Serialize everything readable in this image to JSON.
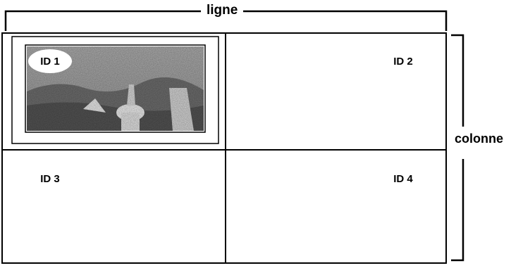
{
  "labels": {
    "row": "ligne",
    "column": "colonne"
  },
  "monitors": [
    {
      "id_label": "ID 1"
    },
    {
      "id_label": "ID 2"
    },
    {
      "id_label": "ID 3"
    },
    {
      "id_label": "ID 4"
    }
  ]
}
